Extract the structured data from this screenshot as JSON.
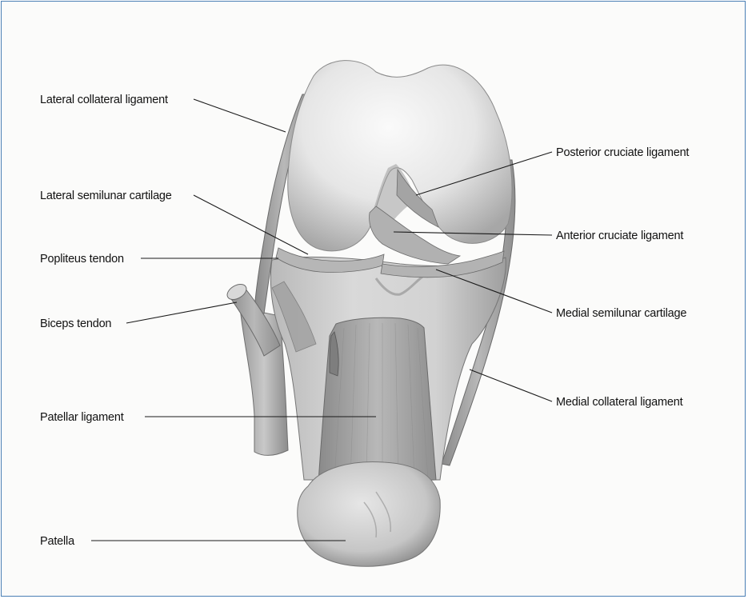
{
  "labels": {
    "lateral_collateral_ligament": "Lateral collateral ligament",
    "lateral_semilunar_cartilage": "Lateral semilunar cartilage",
    "popliteus_tendon": "Popliteus tendon",
    "biceps_tendon": "Biceps tendon",
    "patellar_ligament": "Patellar ligament",
    "patella": "Patella",
    "posterior_cruciate_ligament": "Posterior cruciate ligament",
    "anterior_cruciate_ligament": "Anterior cruciate ligament",
    "medial_semilunar_cartilage": "Medial semilunar cartilage",
    "medial_collateral_ligament": "Medial collateral ligament"
  },
  "colors": {
    "border": "#4a7fb5",
    "bone_light": "#f2f2f2",
    "bone_mid": "#cfcfcf",
    "bone_dark": "#8e8e8e",
    "ligament": "#a9a9a9",
    "ligament_dark": "#7a7a7a"
  }
}
